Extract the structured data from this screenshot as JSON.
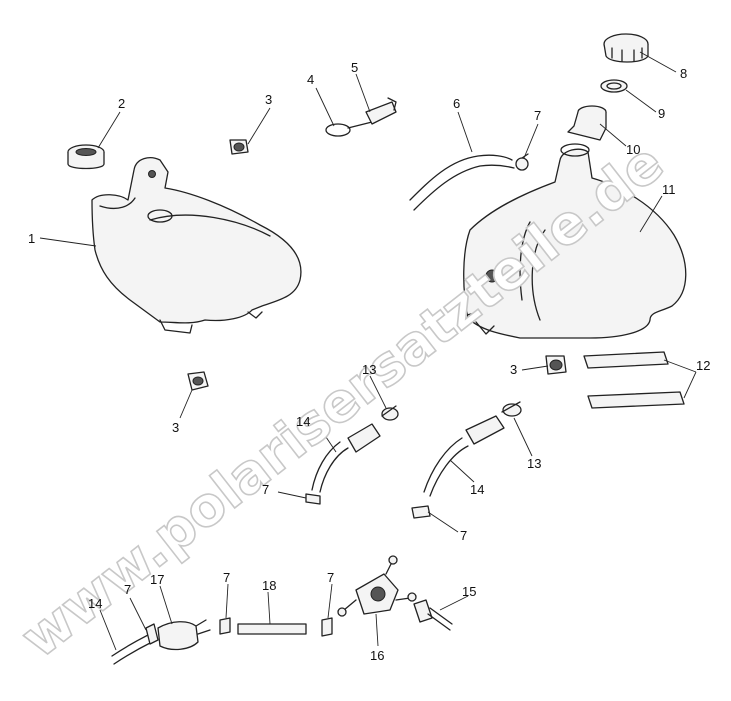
{
  "watermark": "www.polarisersatzteile.de",
  "callouts": [
    {
      "id": "1",
      "text": "1"
    },
    {
      "id": "2",
      "text": "2"
    },
    {
      "id": "3a",
      "text": "3"
    },
    {
      "id": "4",
      "text": "4"
    },
    {
      "id": "5",
      "text": "5"
    },
    {
      "id": "6",
      "text": "6"
    },
    {
      "id": "7a",
      "text": "7"
    },
    {
      "id": "8",
      "text": "8"
    },
    {
      "id": "9",
      "text": "9"
    },
    {
      "id": "10",
      "text": "10"
    },
    {
      "id": "11",
      "text": "11"
    },
    {
      "id": "3b",
      "text": "3"
    },
    {
      "id": "12",
      "text": "12"
    },
    {
      "id": "3c",
      "text": "3"
    },
    {
      "id": "13a",
      "text": "13"
    },
    {
      "id": "14a",
      "text": "14"
    },
    {
      "id": "7b",
      "text": "7"
    },
    {
      "id": "13b",
      "text": "13"
    },
    {
      "id": "14b",
      "text": "14"
    },
    {
      "id": "7c",
      "text": "7"
    },
    {
      "id": "14c",
      "text": "14"
    },
    {
      "id": "7d",
      "text": "7"
    },
    {
      "id": "17",
      "text": "17"
    },
    {
      "id": "7e",
      "text": "7"
    },
    {
      "id": "18",
      "text": "18"
    },
    {
      "id": "7f",
      "text": "7"
    },
    {
      "id": "15",
      "text": "15"
    },
    {
      "id": "16",
      "text": "16"
    }
  ]
}
